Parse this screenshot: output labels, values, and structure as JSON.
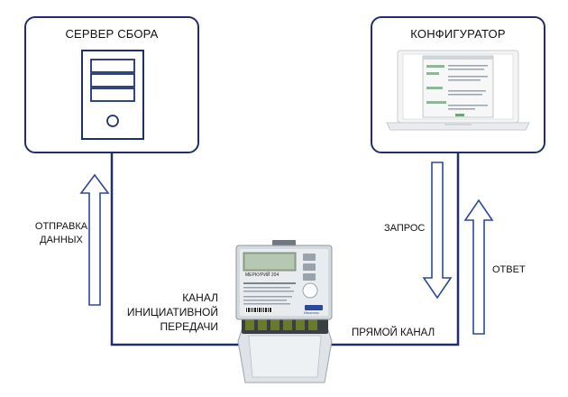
{
  "server": {
    "title": "СЕРВЕР СБОРА"
  },
  "configurator": {
    "title": "КОНФИГУРАТОР"
  },
  "labels": {
    "send_data": "ОТПРАВКА\nДАННЫХ",
    "initiative_channel": "КАНАЛ\nИНИЦИАТИВНОЙ\nПЕРЕДАЧИ",
    "request": "ЗАПРОС",
    "response": "ОТВЕТ",
    "direct_channel": "ПРЯМОЙ КАНАЛ"
  },
  "meter": {
    "model": "МЕРКУРИЙ 204",
    "brand": "Инкотекс"
  },
  "colors": {
    "line": "#1e2f6e",
    "arrow": "#2b4a9a"
  }
}
